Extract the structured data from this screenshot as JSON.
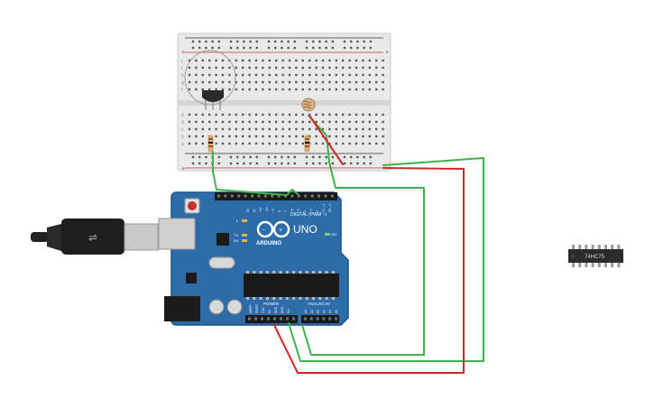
{
  "board": {
    "logo_text": "ARDUINO",
    "model": "UNO",
    "digital_label": "DIGITAL (PWM ~)",
    "power_label": "POWER",
    "analog_label": "ANALOG IN",
    "on_label": "ON",
    "tx_label": "TX",
    "rx_label": "RX",
    "l_label": "L",
    "aref_label": "AREF",
    "gnd_label": "GND",
    "power_pins": [
      "IOREF",
      "RESET",
      "3.3V",
      "5V",
      "GND",
      "GND",
      "Vin"
    ],
    "analog_pins": [
      "A0",
      "A1",
      "A2",
      "A3",
      "A4",
      "A5"
    ],
    "digital_pins": [
      "13",
      "12",
      "~11",
      "~10",
      "~9",
      "8",
      "7",
      "~6",
      "~5",
      "4",
      "~3",
      "2",
      "TX→1",
      "RX←0"
    ]
  },
  "chip": {
    "label": "74HC75"
  },
  "breadboard": {
    "row_letters_top": [
      "j",
      "i",
      "h",
      "g",
      "f"
    ],
    "row_letters_bottom": [
      "e",
      "d",
      "c",
      "b",
      "a"
    ],
    "rail_plus": "+",
    "rail_minus": "−"
  },
  "colors": {
    "board": "#2d6ca8",
    "board_edge": "#1f5287",
    "wire_green": "#3db34a",
    "wire_red": "#d0282a",
    "breadboard": "#e8e8e8",
    "chip": "#2b2b2b"
  }
}
